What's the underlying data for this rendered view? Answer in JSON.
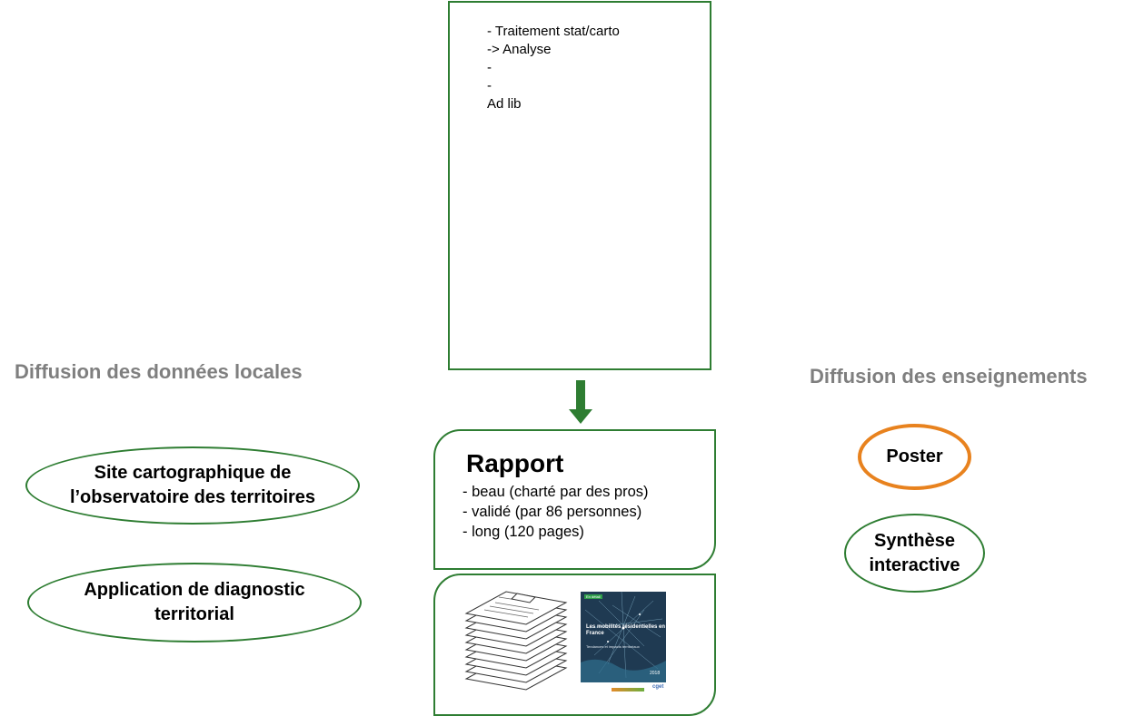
{
  "top_box": {
    "lines": [
      "- Traitement stat/carto",
      "-> Analyse",
      "-",
      "-",
      "Ad lib"
    ]
  },
  "rapport": {
    "title": "Rapport",
    "items": [
      "- beau (charté par des pros)",
      "- validé (par 86 personnes)",
      "- long (120 pages)"
    ]
  },
  "report_cover": {
    "tag": "En détail",
    "title": "Les mobilités résidentielles en France",
    "subtitle": "Tendances et impacts territoriaux",
    "year": "2018",
    "logo": "cget"
  },
  "left_section": {
    "heading": "Diffusion des données locales",
    "ellipses": [
      {
        "label": "Site cartographique de l’observatoire des territoires"
      },
      {
        "label": "Application de diagnostic territorial"
      }
    ]
  },
  "right_section": {
    "heading": "Diffusion des enseignements",
    "ellipses": [
      {
        "label": "Poster"
      },
      {
        "label": "Synthèse interactive"
      }
    ]
  },
  "colors": {
    "green": "#2e7d32",
    "arrow": "#2e7d32",
    "orange": "#e8821e",
    "heading_gray": "#7f7f7f"
  },
  "icons": [
    "paper-stack-icon",
    "arrow-down-icon"
  ]
}
